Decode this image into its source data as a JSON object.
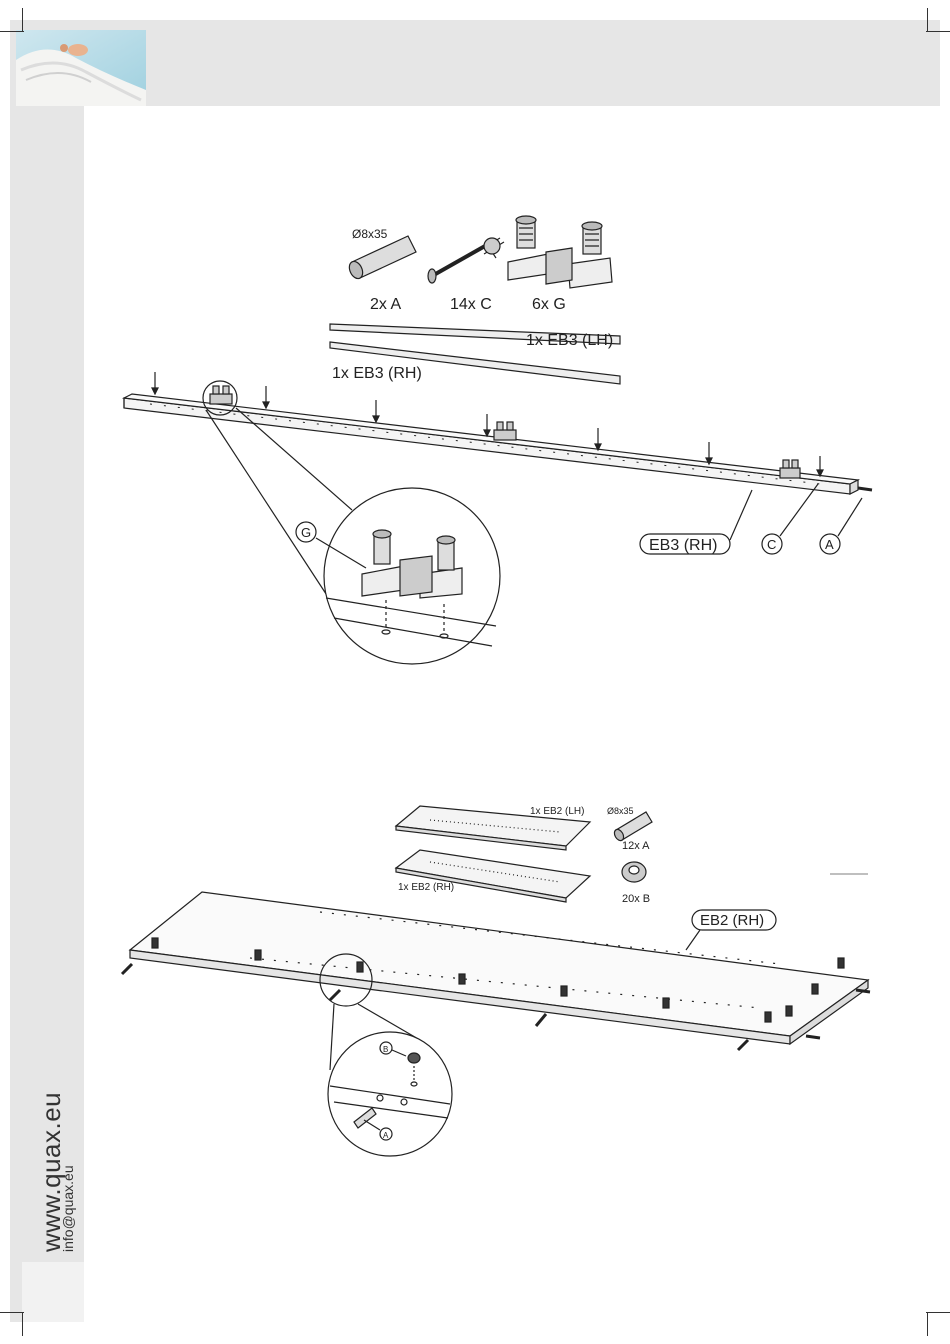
{
  "branding": {
    "website": "www.quax.eu",
    "email": "info@quax.eu"
  },
  "step_eb3": {
    "parts": [
      {
        "qty_label": "2x A",
        "size_label": "Ø8x35",
        "icon": "dowel-icon"
      },
      {
        "qty_label": "14x C",
        "icon": "cam-bolt-icon"
      },
      {
        "qty_label": "6x G",
        "icon": "connector-bracket-icon"
      }
    ],
    "rail_lh_label": "1x EB3 (LH)",
    "rail_rh_label": "1x EB3 (RH)",
    "callout_part": "EB3 (RH)",
    "callout_c": "C",
    "callout_a": "A",
    "detail_callout": "G"
  },
  "step_eb2": {
    "panel_lh_label": "1x EB2 (LH)",
    "panel_rh_label": "1x EB2 (RH)",
    "dowel_size": "Ø8x35",
    "dowel_qty": "12x A",
    "cam_qty": "20x B",
    "callout_part": "EB2 (RH)",
    "detail_callout_b": "B",
    "detail_callout_a": "A"
  }
}
